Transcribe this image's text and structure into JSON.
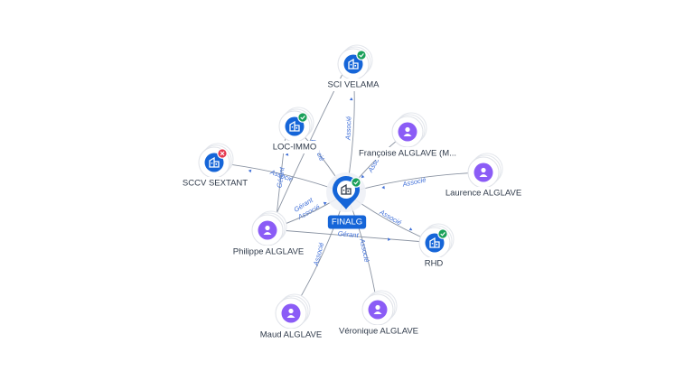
{
  "colors": {
    "company": "#1565d8",
    "person": "#8b5cf6",
    "active_badge": "#1aa05a",
    "inactive_badge": "#e53950",
    "edge": "#8a93a2",
    "edge_label": "#3f6fd8",
    "center_label_bg": "#1565d8"
  },
  "center": {
    "id": "finalg",
    "label": "FINALG",
    "icon": "building-icon",
    "status": "active"
  },
  "nodes": [
    {
      "id": "sci-velama",
      "label": "SCI VELAMA",
      "kind": "company",
      "icon": "building-icon",
      "status": "active"
    },
    {
      "id": "loc-immo",
      "label": "LOC-IMMO",
      "kind": "company",
      "icon": "building-icon",
      "status": "active"
    },
    {
      "id": "sccv-sextant",
      "label": "SCCV SEXTANT",
      "kind": "company",
      "icon": "building-icon",
      "status": "inactive"
    },
    {
      "id": "francoise",
      "label": "Françoise ALGLAVE (M...",
      "kind": "person",
      "icon": "person-icon"
    },
    {
      "id": "laurence",
      "label": "Laurence ALGLAVE",
      "kind": "person",
      "icon": "person-icon"
    },
    {
      "id": "philippe",
      "label": "Philippe ALGLAVE",
      "kind": "person",
      "icon": "person-icon"
    },
    {
      "id": "rhd",
      "label": "RHD",
      "kind": "company",
      "icon": "building-icon",
      "status": "active"
    },
    {
      "id": "maud",
      "label": "Maud ALGLAVE",
      "kind": "person",
      "icon": "person-icon"
    },
    {
      "id": "veronique",
      "label": "Véronique ALGLAVE",
      "kind": "person",
      "icon": "person-icon"
    }
  ],
  "edges": [
    {
      "id": "e1",
      "from": "finalg",
      "to": "sci-velama",
      "label": "Associé"
    },
    {
      "id": "e2",
      "from": "finalg",
      "to": "loc-immo",
      "label": "Associé"
    },
    {
      "id": "e3",
      "from": "finalg",
      "to": "sccv-sextant",
      "label": "Associé"
    },
    {
      "id": "e4",
      "from": "francoise",
      "to": "finalg",
      "label": "Associé"
    },
    {
      "id": "e5",
      "from": "laurence",
      "to": "finalg",
      "label": "Associé"
    },
    {
      "id": "e6",
      "from": "philippe",
      "to": "finalg",
      "label": "Associé"
    },
    {
      "id": "e7",
      "from": "philippe",
      "to": "finalg",
      "label": "Gérant"
    },
    {
      "id": "e8",
      "from": "finalg",
      "to": "rhd",
      "label": "Associé"
    },
    {
      "id": "e9",
      "from": "philippe",
      "to": "rhd",
      "label": "Gérant"
    },
    {
      "id": "e10",
      "from": "philippe",
      "to": "loc-immo",
      "label": "Gérant"
    },
    {
      "id": "e11",
      "from": "philippe",
      "to": "sci-velama",
      "label": ""
    },
    {
      "id": "e12",
      "from": "maud",
      "to": "finalg",
      "label": "Associé"
    },
    {
      "id": "e13",
      "from": "veronique",
      "to": "finalg",
      "label": "Associé"
    }
  ]
}
